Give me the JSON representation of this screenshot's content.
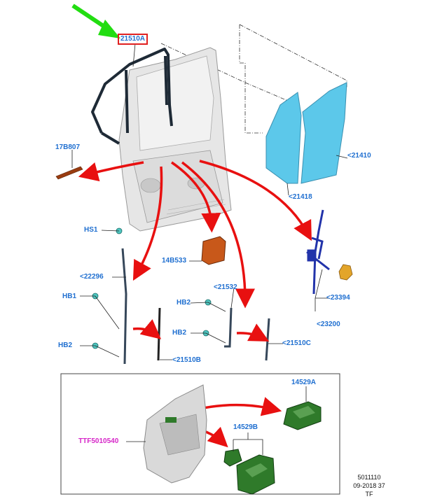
{
  "labels": {
    "p21510a": "21510A",
    "p17b807": "17B807",
    "p21410": "<21410",
    "p21418": "<21418",
    "hs1": "HS1",
    "p14b533": "14B533",
    "p22296": "<22296",
    "hb1": "HB1",
    "p21532": "<21532",
    "hb2a": "HB2",
    "hb2b": "HB2",
    "hb2c": "HB2",
    "p23394": "<23394",
    "p23200": "<23200",
    "p21510c": "<21510C",
    "p21510b": "<21510B",
    "p14529a": "14529A",
    "p14529b": "14529B",
    "ttf": "TTF5010540"
  },
  "footer": {
    "line1": "5011110",
    "line2": "09-2018 37",
    "line3": "TF"
  },
  "colors": {
    "callout_blue": "#1f6fd0",
    "magenta": "#d626c8",
    "arrow_red": "#e81010",
    "pointer_green": "#22dd11",
    "glass": "#5cc8ea",
    "regulator": "#2233aa",
    "switch_green": "#2f7a2a",
    "module_orange": "#c8581a"
  }
}
